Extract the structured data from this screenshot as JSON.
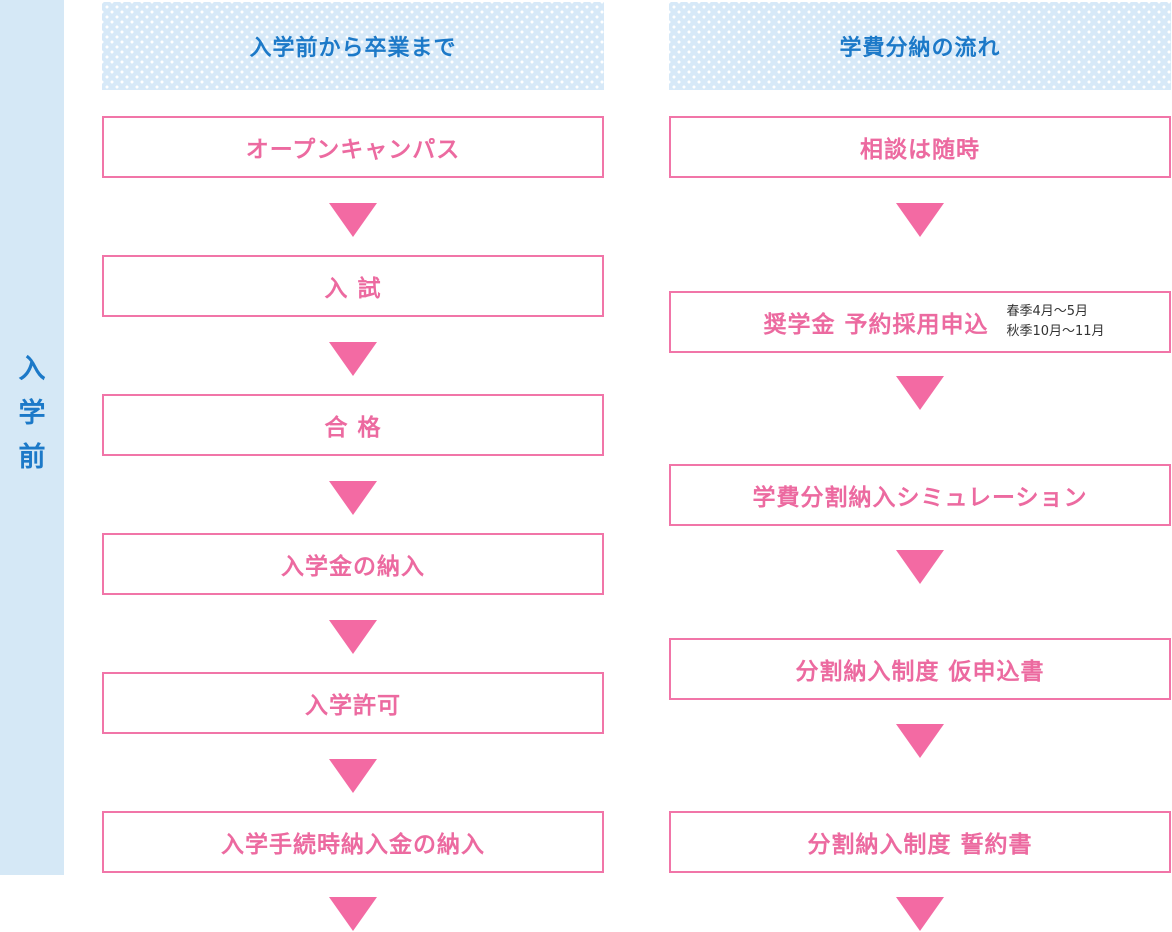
{
  "side": {
    "chars": [
      "入",
      "学",
      "前"
    ]
  },
  "left": {
    "header": "入学前から卒業まで",
    "steps": [
      "オープンキャンパス",
      "入 試",
      "合 格",
      "入学金の納入",
      "入学許可",
      "入学手続時納入金の納入"
    ]
  },
  "right": {
    "header": "学費分納の流れ",
    "steps": [
      "相談は随時",
      "奨学金 予約採用申込",
      "学費分割納入シミュレーション",
      "分割納入制度 仮申込書",
      "分割納入制度 誓約書"
    ],
    "scholarship_note": {
      "line1": "春季4月〜5月",
      "line2": "秋季10月〜11月"
    }
  },
  "colors": {
    "header_text": "#1c79c8",
    "header_bg": "#d7e9f8",
    "side_band": "#d5e8f6",
    "box_border": "#f175a8",
    "box_text": "#ec6aa0",
    "arrow": "#f36aa3"
  }
}
